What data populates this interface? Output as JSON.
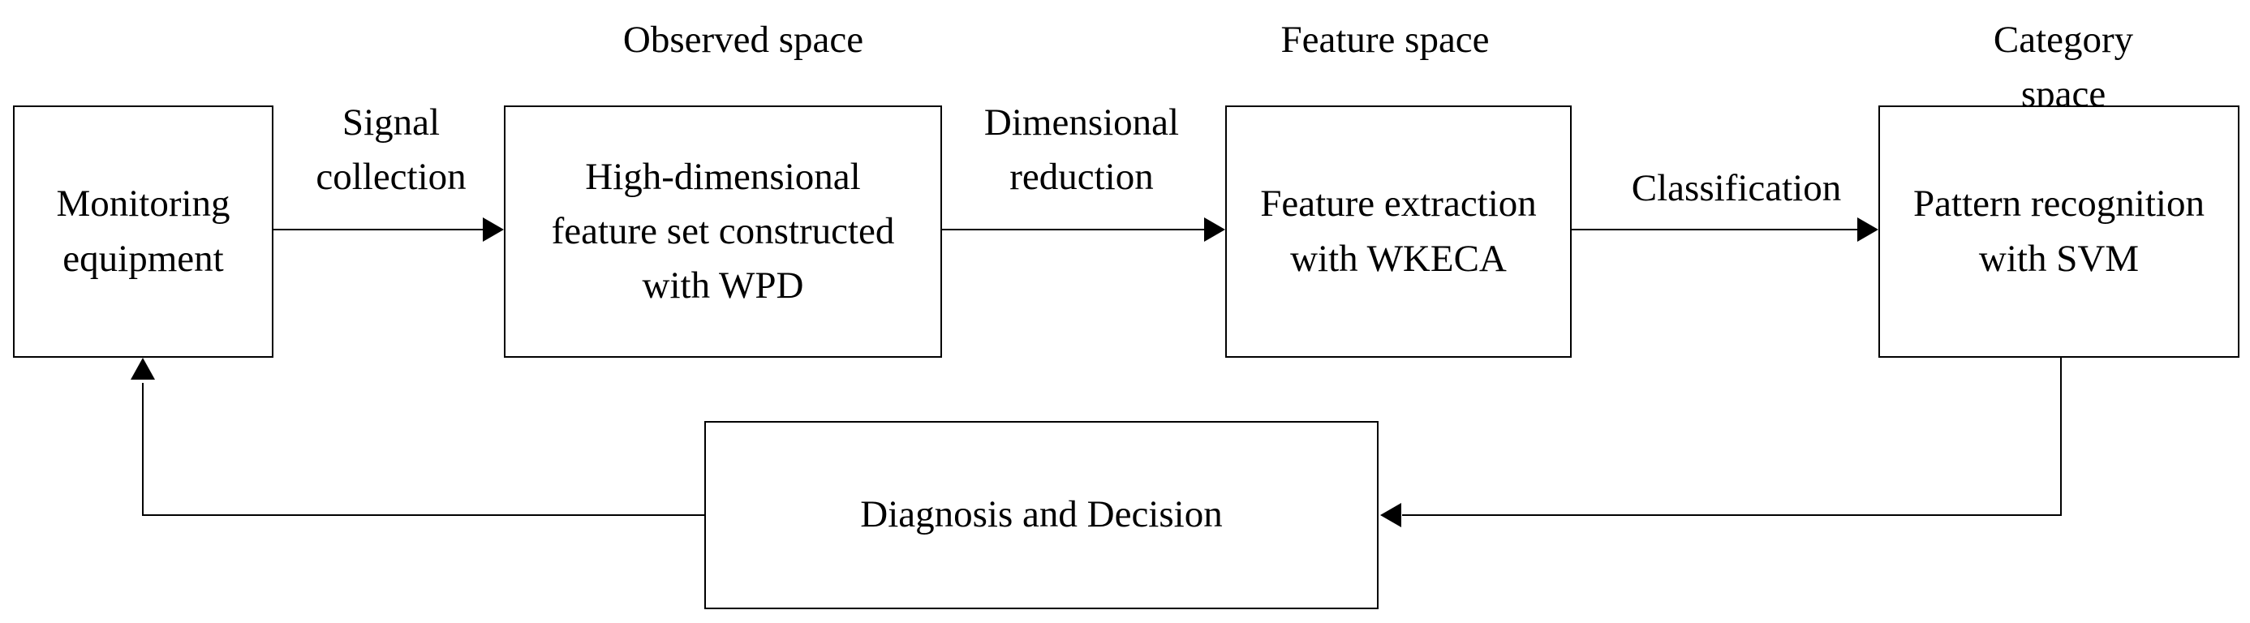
{
  "spaces": {
    "observed": "Observed space",
    "feature": "Feature space",
    "category": "Category space"
  },
  "boxes": {
    "monitoring": "Monitoring\nequipment",
    "high_dim": "High-dimensional\nfeature set constructed\nwith WPD",
    "feature_extraction": "Feature extraction\nwith WKECA",
    "pattern_recognition": "Pattern recognition\nwith SVM",
    "diagnosis": "Diagnosis and Decision"
  },
  "edges": {
    "signal_collection": "Signal\ncollection",
    "dimensional_reduction": "Dimensional\nreduction",
    "classification": "Classification"
  }
}
